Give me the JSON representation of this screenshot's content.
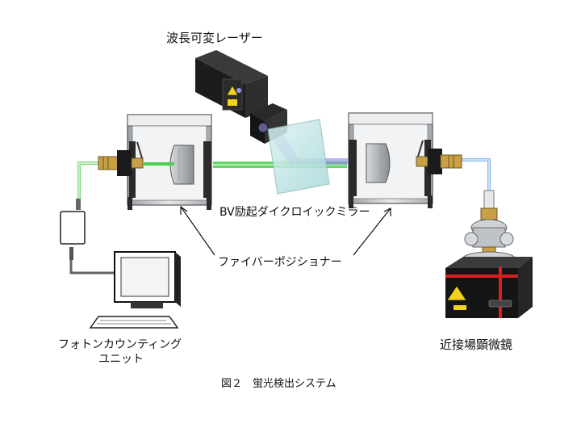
{
  "labels": {
    "laser": "波長可変レーザー",
    "dichroic": "BV励起ダイクロイックミラー",
    "positioner": "ファイバーポジショナー",
    "photon_counting_line1": "フォトンカウンティング",
    "photon_counting_line2": "ユニット",
    "microscope": "近接場顕微鏡"
  },
  "caption": "図２　蛍光検出システム",
  "colors": {
    "green_beam": "#4ccf4c",
    "blue_beam": "#6b6bd8",
    "fiber_green": "#7ddc7d",
    "fiber_blue": "#8ab8e8",
    "housing": "#b8bcc2",
    "laser_body": "#1c1c1c",
    "laser_warning": "#f2d21a",
    "red_stripe": "#d82020",
    "mirror": "#bfe6e6"
  }
}
